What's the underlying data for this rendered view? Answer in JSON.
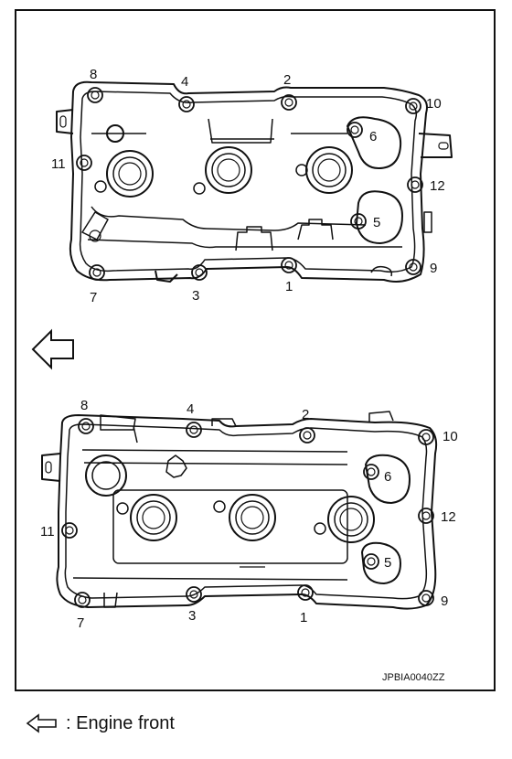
{
  "top_cover": {
    "bolt_labels": [
      "1",
      "2",
      "3",
      "4",
      "5",
      "6",
      "7",
      "8",
      "9",
      "10",
      "11",
      "12"
    ]
  },
  "bottom_cover": {
    "bolt_labels": [
      "1",
      "2",
      "3",
      "4",
      "5",
      "6",
      "7",
      "8",
      "9",
      "10",
      "11",
      "12"
    ]
  },
  "reference_code": "JPBIA0040ZZ",
  "legend": {
    "icon": "arrow-left-outline-icon",
    "text": ": Engine front"
  }
}
